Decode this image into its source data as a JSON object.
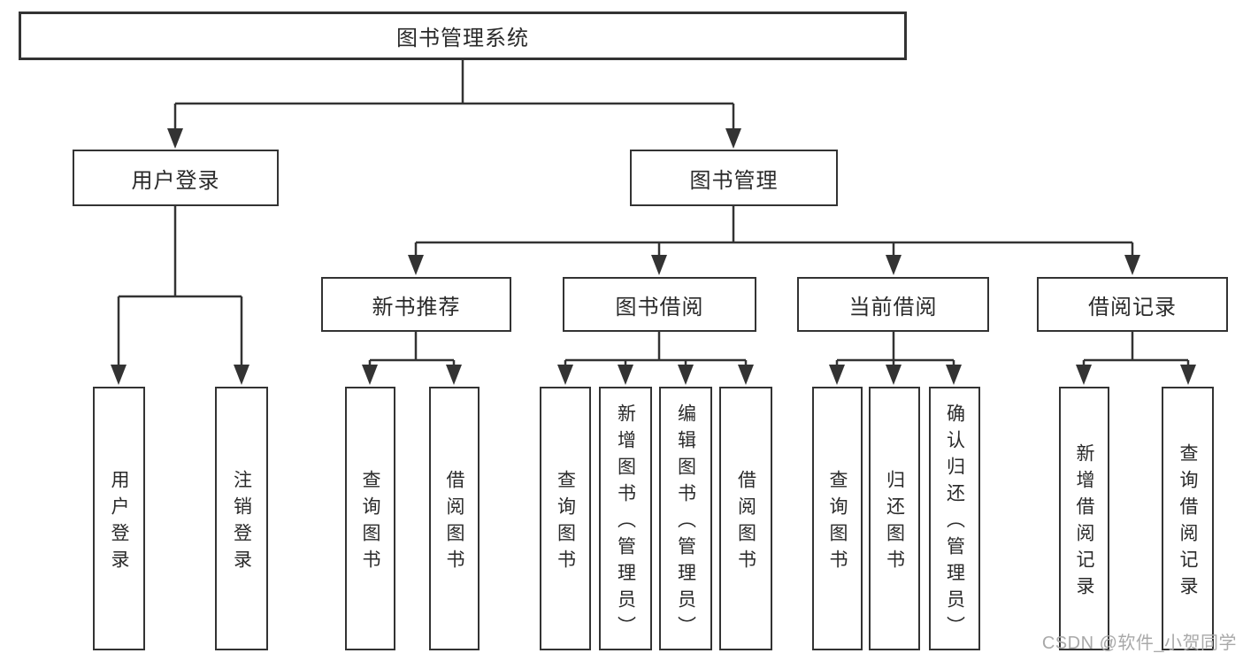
{
  "colors": {
    "line": "#333333",
    "text": "#2a2a2a",
    "watermark": "#a9a9a9",
    "background": "#ffffff"
  },
  "tree": {
    "label": "图书管理系统",
    "children": [
      {
        "label": "用户登录",
        "children": [
          {
            "label": "用户登录"
          },
          {
            "label": "注销登录"
          }
        ]
      },
      {
        "label": "图书管理",
        "children": [
          {
            "label": "新书推荐",
            "children": [
              {
                "label": "查询图书"
              },
              {
                "label": "借阅图书"
              }
            ]
          },
          {
            "label": "图书借阅",
            "children": [
              {
                "label": "查询图书"
              },
              {
                "label": "新增图书（管理员）"
              },
              {
                "label": "编辑图书（管理员）"
              },
              {
                "label": "借阅图书"
              }
            ]
          },
          {
            "label": "当前借阅",
            "children": [
              {
                "label": "查询图书"
              },
              {
                "label": "归还图书"
              },
              {
                "label": "确认归还（管理员）"
              }
            ]
          },
          {
            "label": "借阅记录",
            "children": [
              {
                "label": "新增借阅记录"
              },
              {
                "label": "查询借阅记录"
              }
            ]
          }
        ]
      }
    ]
  },
  "watermark": {
    "text": "CSDN @软件_小贺同学"
  }
}
